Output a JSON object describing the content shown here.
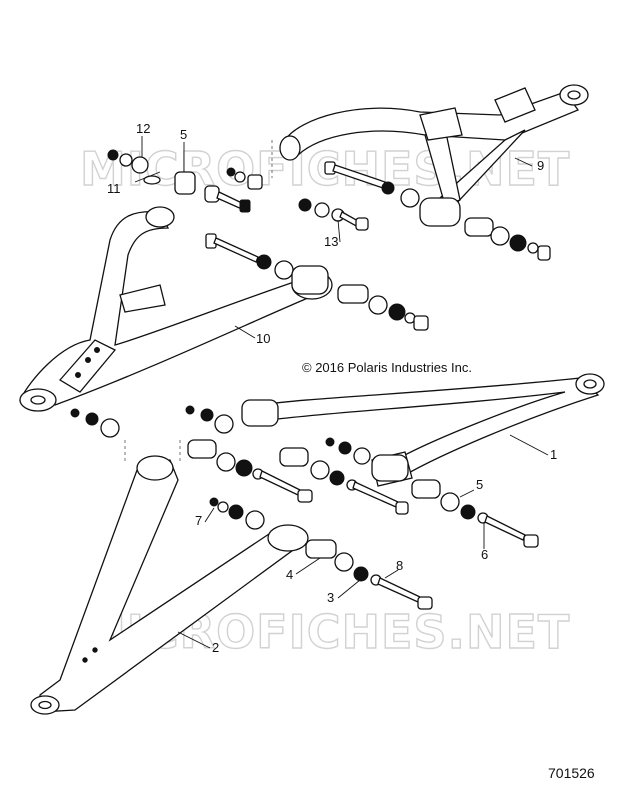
{
  "watermark": "MICROFICHES.NET",
  "copyright": "© 2016 Polaris Industries Inc.",
  "figure_number": "701526",
  "callouts": {
    "c1": "1",
    "c2": "2",
    "c3": "3",
    "c4": "4",
    "c5a": "5",
    "c5b": "5",
    "c6": "6",
    "c7": "7",
    "c8": "8",
    "c9": "9",
    "c10": "10",
    "c11": "11",
    "c12": "12",
    "c13": "13"
  }
}
